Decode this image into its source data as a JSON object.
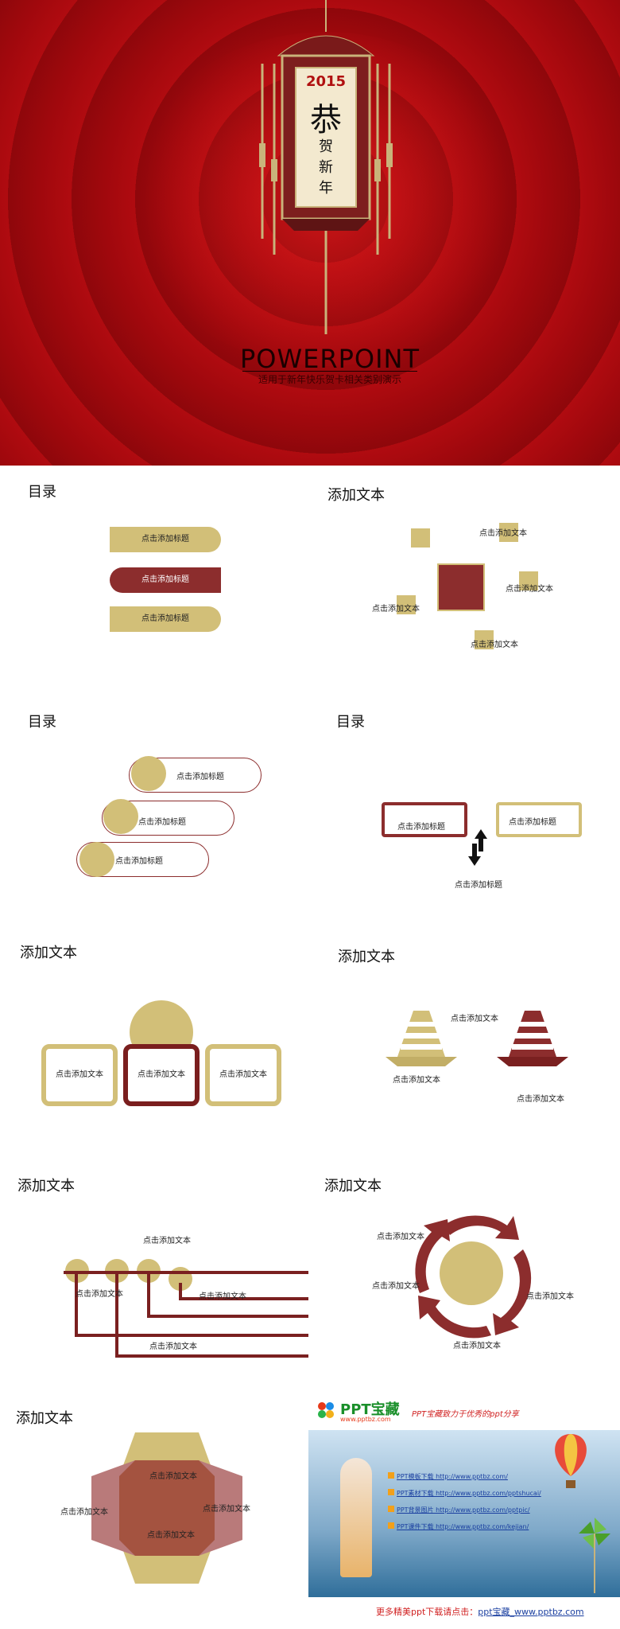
{
  "hero": {
    "year": "2015",
    "chars": [
      "恭",
      "贺",
      "新",
      "年"
    ],
    "title": "POWERPOINT",
    "subtitle": "适用于新年快乐贺卡相关类别演示"
  },
  "slides": {
    "s1": {
      "title": "目录",
      "items": [
        "点击添加标题",
        "点击添加标题",
        "点击添加标题"
      ]
    },
    "s2": {
      "title": "添加文本",
      "labels": [
        "点击添加文本",
        "点击添加文本",
        "点击添加文本",
        "点击添加文本"
      ]
    },
    "s3": {
      "title": "目录",
      "items": [
        "点击添加标题",
        "点击添加标题",
        "点击添加标题"
      ]
    },
    "s4": {
      "title": "目录",
      "items": [
        "点击添加标题",
        "点击添加标题",
        "点击添加标题"
      ]
    },
    "s5": {
      "title": "添加文本",
      "cards": [
        "点击添加文本",
        "点击添加文本",
        "点击添加文本"
      ]
    },
    "s6": {
      "title": "添加文本",
      "labels": [
        "点击添加文本",
        "点击添加文本",
        "点击添加文本"
      ]
    },
    "s7": {
      "title": "添加文本",
      "labels": [
        "点击添加文本",
        "点击添加文本",
        "点击添加文本",
        "点击添加文本"
      ]
    },
    "s8": {
      "title": "添加文本",
      "labels": [
        "点击添加文本",
        "点击添加文本",
        "点击添加文本",
        "点击添加文本"
      ]
    },
    "s9": {
      "title": "添加文本",
      "labels": [
        "点击添加文本",
        "点击添加文本",
        "点击添加文本",
        "点击添加文本"
      ]
    }
  },
  "ad": {
    "logo": "PPT宝藏",
    "logo_url": "www.pptbz.com",
    "slogan": "PPT宝藏致力于优秀的ppt分享",
    "links": [
      "PPT模板下载 http://www.pptbz.com/",
      "PPT素材下载 http://www.pptbz.com/pptshucai/",
      "PPT背景图片 http://www.pptbz.com/pptpic/",
      "PPT课件下载 http://www.pptbz.com/kejian/"
    ],
    "footer_prefix": "更多精美ppt下载请点击：",
    "footer_link": "ppt宝藏_www.pptbz.com"
  },
  "colors": {
    "gold": "#d2bf78",
    "maroon": "#8c2d2d",
    "red": "#a0080d"
  }
}
